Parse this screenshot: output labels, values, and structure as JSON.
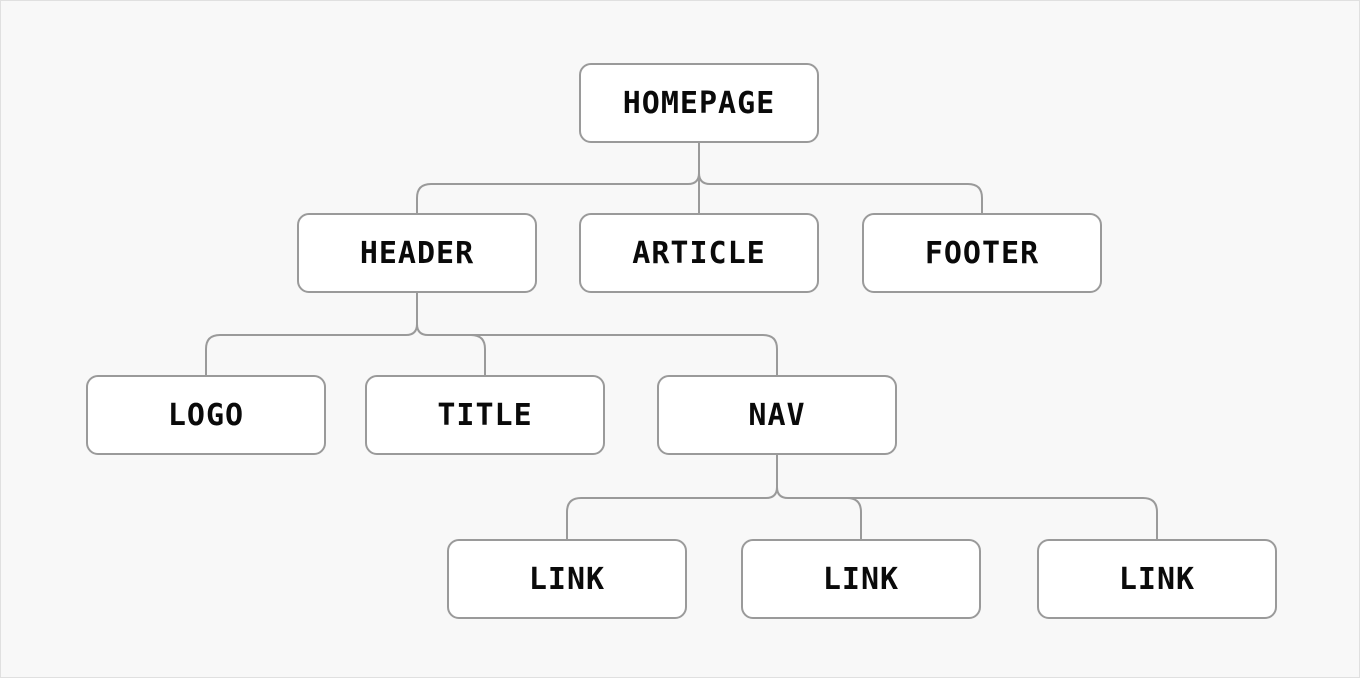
{
  "diagram": {
    "type": "sitemap-tree",
    "root_label": "HOMEPAGE",
    "levels": 4
  },
  "colors": {
    "background": "#f8f8f8",
    "page_border": "#e0e0e0",
    "node_fill": "#ffffff",
    "node_border": "#9a9a9a",
    "connector": "#9a9a9a",
    "text": "#0a0a0a"
  },
  "nodes": [
    {
      "id": "homepage",
      "label": "HOMEPAGE",
      "parent": null
    },
    {
      "id": "header",
      "label": "HEADER",
      "parent": "homepage"
    },
    {
      "id": "article",
      "label": "ARTICLE",
      "parent": "homepage"
    },
    {
      "id": "footer",
      "label": "FOOTER",
      "parent": "homepage"
    },
    {
      "id": "logo",
      "label": "LOGO",
      "parent": "header"
    },
    {
      "id": "title",
      "label": "TITLE",
      "parent": "header"
    },
    {
      "id": "nav",
      "label": "NAV",
      "parent": "header"
    },
    {
      "id": "link-1",
      "label": "LINK",
      "parent": "nav"
    },
    {
      "id": "link-2",
      "label": "LINK",
      "parent": "nav"
    },
    {
      "id": "link-3",
      "label": "LINK",
      "parent": "nav"
    }
  ]
}
